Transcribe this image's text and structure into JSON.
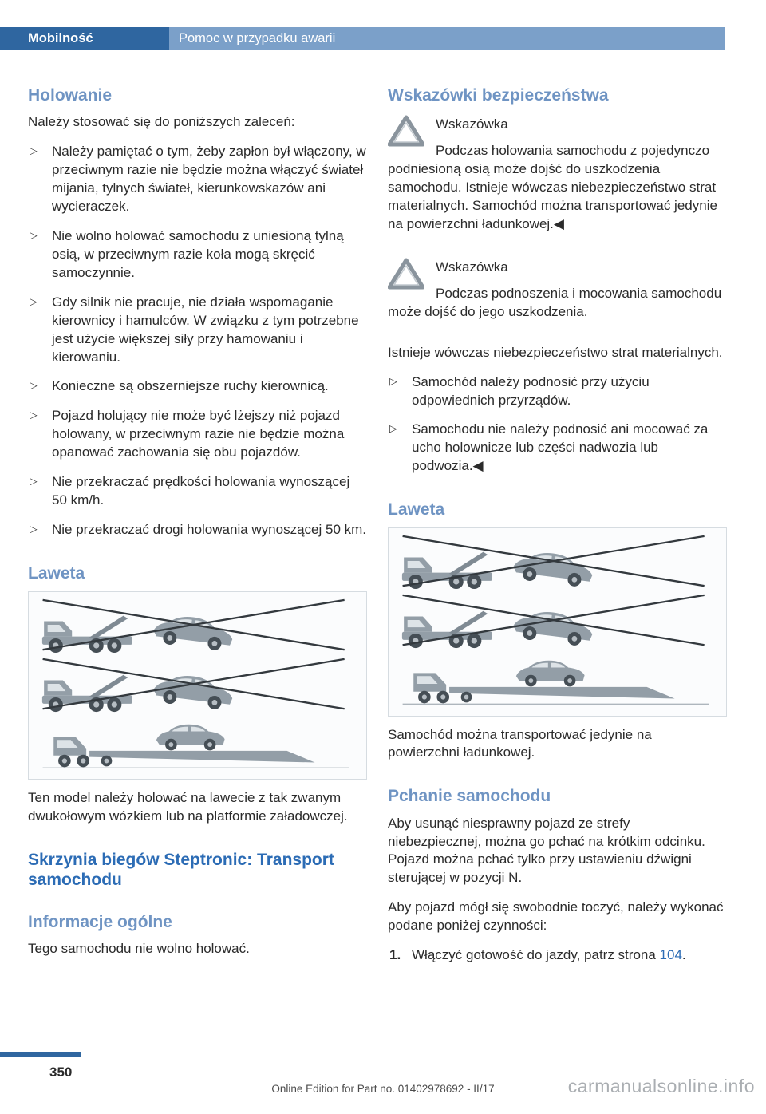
{
  "header": {
    "section": "Mobilność",
    "chapter": "Pomoc w przypadku awarii"
  },
  "holowanie": {
    "title": "Holowanie",
    "intro": "Należy stosować się do poniższych zaleceń:",
    "bullets": [
      "Należy pamiętać o tym, żeby zapłon był włączony, w przeciwnym razie nie będzie można włączyć świateł mijania, tylnych świateł, kierunkowskazów ani wycieraczek.",
      "Nie wolno holować samochodu z uniesioną tylną osią, w przeciwnym razie koła mogą skręcić samoczynnie.",
      "Gdy silnik nie pracuje, nie działa wspomaganie kierownicy i hamulców. W związku z tym potrzebne jest użycie większej siły przy hamowaniu i kierowaniu.",
      "Konieczne są obszerniejsze ruchy kierownicą.",
      "Pojazd holujący nie może być lżejszy niż pojazd holowany, w przeciwnym razie nie będzie można opanować zachowania się obu pojazdów.",
      "Nie przekraczać prędkości holowania wynoszącej 50 km/h.",
      "Nie przekraczać drogi holowania wynoszącej 50 km."
    ]
  },
  "laweta_left": {
    "title": "Laweta",
    "caption": "Ten model należy holować na lawecie z tak zwanym dwukołowym wózkiem lub na platformie załadowczej."
  },
  "steptronic": {
    "title": "Skrzynia biegów Steptronic: Transport samochodu",
    "subtitle": "Informacje ogólne",
    "text": "Tego samochodu nie wolno holować."
  },
  "wskazowki": {
    "title": "Wskazówki bezpieczeństwa",
    "note1": {
      "label": "Wskazówka",
      "text": "Podczas holowania samochodu z pojedynczo podniesioną osią może dojść do uszkodzenia samochodu. Istnieje wówczas niebezpieczeństwo strat materialnych. Samochód można transportować jedynie na powierzchni ładunkowej.◀"
    },
    "note2": {
      "label": "Wskazówka",
      "text": "Podczas podnoszenia i mocowania samochodu może dojść do jego uszkodzenia.",
      "text2": "Istnieje wówczas niebezpieczeństwo strat materialnych."
    },
    "bullets": [
      "Samochód należy podnosić przy użyciu odpowiednich przyrządów.",
      "Samochodu nie należy podnosić ani mocować za ucho holownicze lub części nadwozia lub podwozia.◀"
    ]
  },
  "laweta_right": {
    "title": "Laweta",
    "caption": "Samochód można transportować jedynie na powierzchni ładunkowej."
  },
  "pchanie": {
    "title": "Pchanie samochodu",
    "p1": "Aby usunąć niesprawny pojazd ze strefy niebezpiecznej, można go pchać na krótkim odcinku. Pojazd można pchać tylko przy ustawieniu dźwigni sterującej w pozycji N.",
    "p2": "Aby pojazd mógł się swobodnie toczyć, należy wykonać podane poniżej czynności:",
    "step1": {
      "num": "1.",
      "text": "Włączyć gotowość do jazdy, patrz strona ",
      "link": "104",
      "suffix": "."
    }
  },
  "footer": {
    "page": "350",
    "edition": "Online Edition for Part no. 01402978692 - II/17",
    "watermark": "carmanualsonline.info"
  },
  "colors": {
    "header_dark": "#2f66a0",
    "header_light": "#7ba0c9",
    "heading_blue": "#6f94c3",
    "strong_blue": "#2c6cb5",
    "link_blue": "#2c6cb5"
  }
}
